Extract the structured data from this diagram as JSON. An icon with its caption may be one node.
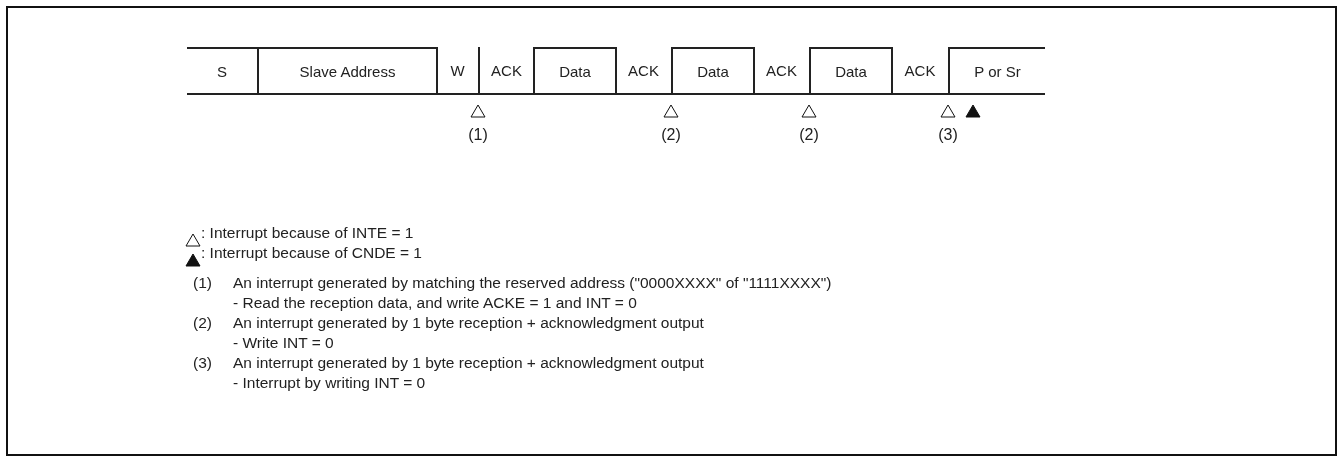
{
  "diagram": {
    "nodes": [
      {
        "text": [
          "S"
        ]
      },
      {
        "text": [
          "Slave Address"
        ]
      },
      {
        "text": [
          "W"
        ]
      },
      {
        "text": [
          "ACK"
        ]
      },
      {
        "text": [
          "Data"
        ]
      },
      {
        "text": [
          "ACK"
        ]
      },
      {
        "text": [
          "Data"
        ]
      },
      {
        "text": [
          "ACK"
        ]
      },
      {
        "text": [
          "Data"
        ]
      },
      {
        "text": [
          "ACK"
        ]
      },
      {
        "text": [
          "P or Sr"
        ]
      }
    ],
    "labels": [
      "(1)",
      "(2)",
      "(2)",
      "(3)",
      "(1)",
      "An interrupt generated by matching the reserved address (\"0000XXXX\" of \"1111XXXX\")",
      "- Read the reception data, and write ACKE = 1 and INT = 0",
      "(2)",
      "An interrupt generated by 1 byte reception + acknowledgment output",
      "- Write INT = 0",
      "(3)",
      "An interrupt generated by 1 byte reception + acknowledgment output",
      "- Interrupt by writing INT = 0"
    ],
    "legend": [
      {
        "text": ": Interrupt because of INTE = 1"
      },
      {
        "text": ": Interrupt because of CNDE = 1"
      }
    ]
  }
}
